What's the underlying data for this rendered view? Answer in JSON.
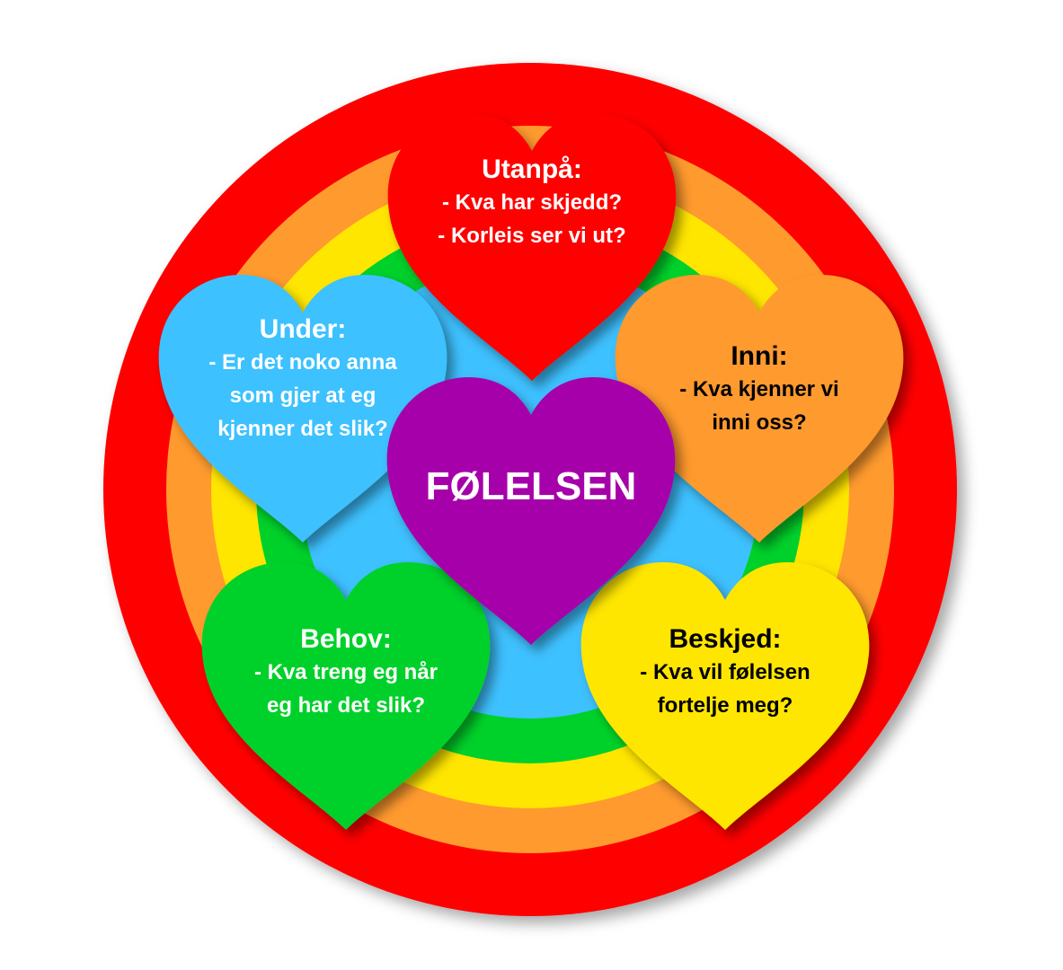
{
  "colors": {
    "ring_red": "#ff0000",
    "ring_orange": "#ff9a2e",
    "ring_yellow": "#ffe600",
    "ring_green": "#00d12a",
    "ring_blue": "#3ec1ff",
    "heart_red": "#ff0000",
    "heart_blue": "#3ec1ff",
    "heart_orange": "#ff9a2e",
    "heart_purple": "#a600aa",
    "heart_green": "#00d12a",
    "heart_yellow": "#ffe600"
  },
  "hearts": {
    "outside": {
      "title": "Utanpå:",
      "line1": "- Kva har skjedd?",
      "line2": "- Korleis ser vi ut?"
    },
    "under": {
      "title": "Under:",
      "line1": "- Er det noko anna",
      "line2": "som gjer at eg",
      "line3": "kjenner det slik?"
    },
    "inside": {
      "title": "Inni:",
      "line1": "- Kva kjenner vi",
      "line2": "inni oss?"
    },
    "center": {
      "label": "FØLELSEN"
    },
    "needs": {
      "title": "Behov:",
      "line1": "- Kva treng eg når",
      "line2": "eg har det slik?"
    },
    "message": {
      "title": "Beskjed:",
      "line1": "- Kva vil følelsen",
      "line2": "fortelje meg?"
    }
  }
}
